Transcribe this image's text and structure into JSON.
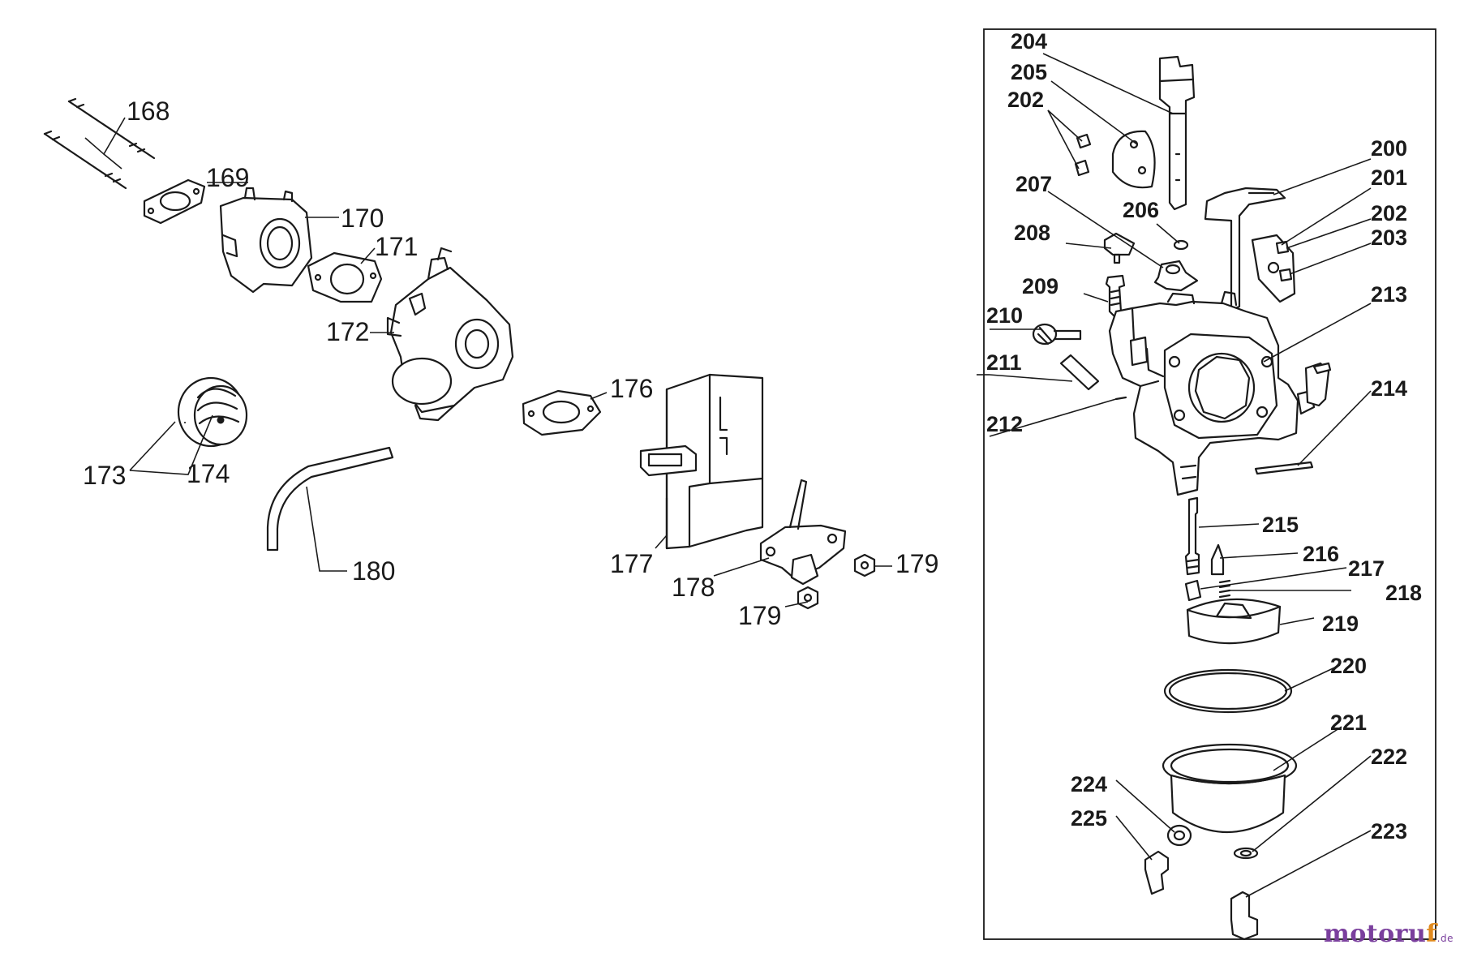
{
  "labels_left": [
    "168",
    "169",
    "170",
    "171",
    "172",
    "173",
    "174",
    "176",
    "177",
    "178",
    "179",
    "179",
    "180"
  ],
  "labels_right": [
    "204",
    "205",
    "202",
    "200",
    "201",
    "202",
    "203",
    "207",
    "206",
    "208",
    "209",
    "213",
    "210",
    "211",
    "214",
    "212",
    "215",
    "216",
    "217",
    "218",
    "219",
    "220",
    "221",
    "222",
    "224",
    "225",
    "223"
  ],
  "watermark": {
    "part1": "motoru",
    "part2": "f",
    "tld": ".de"
  },
  "colors": {
    "line": "#1a1a1a",
    "watermark_purple": "#7a3f9d",
    "watermark_orange": "#e08a1e"
  }
}
